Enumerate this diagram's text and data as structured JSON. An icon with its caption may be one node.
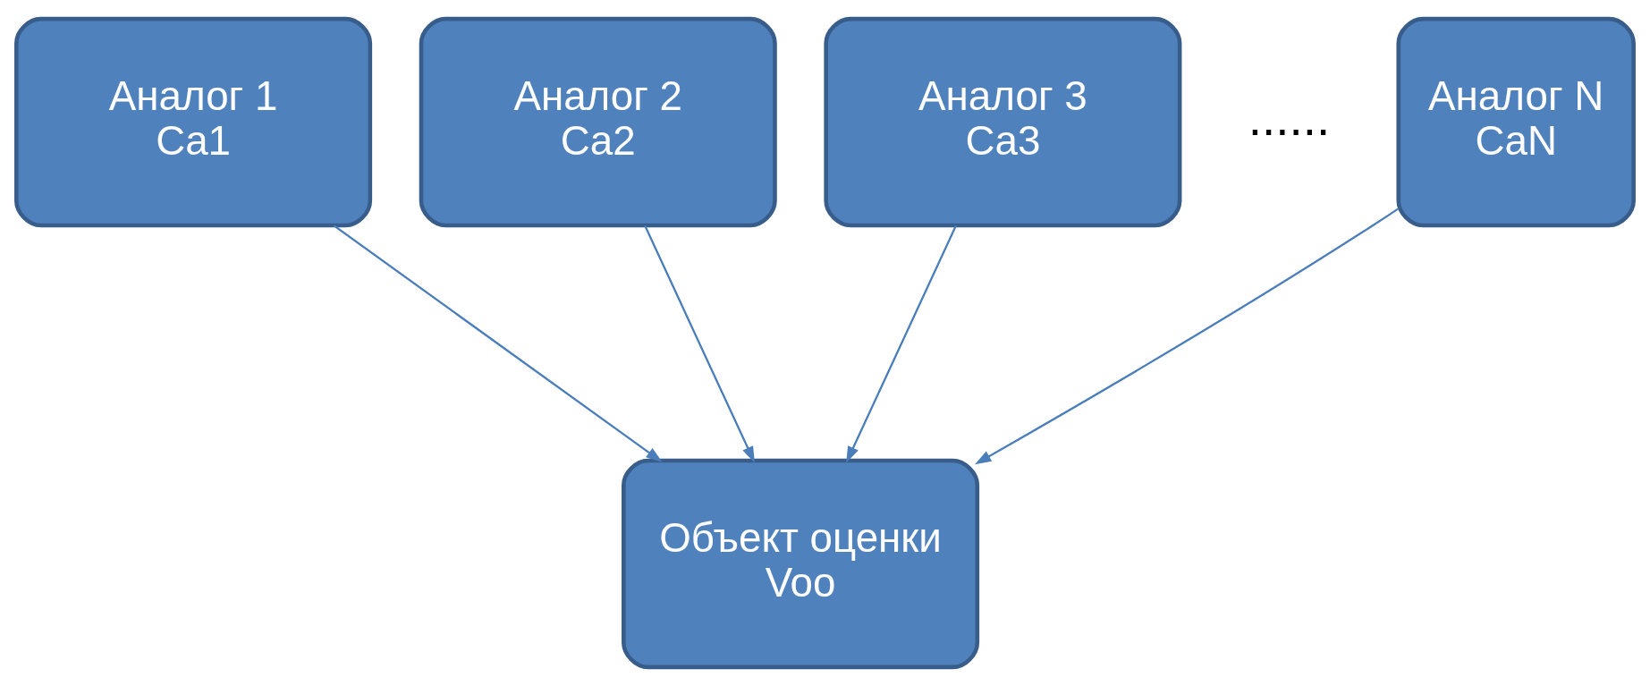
{
  "diagram": {
    "nodes": [
      {
        "text": [
          "Аналог 1",
          "Ca1"
        ]
      },
      {
        "text": [
          "Аналог 2",
          "Ca2"
        ]
      },
      {
        "text": [
          "Аналог 3",
          "Ca3"
        ]
      },
      {
        "text": [
          "Аналог N",
          "CaN"
        ]
      },
      {
        "text": [
          "Объект оценки",
          "Voo"
        ]
      }
    ],
    "edges": [
      {
        "from": 0,
        "to": 4,
        "arrow": "to"
      },
      {
        "from": 1,
        "to": 4,
        "arrow": "to"
      },
      {
        "from": 2,
        "to": 4,
        "arrow": "to"
      },
      {
        "from": 3,
        "to": 4,
        "arrow": "to"
      }
    ],
    "labels": [
      "......"
    ]
  }
}
